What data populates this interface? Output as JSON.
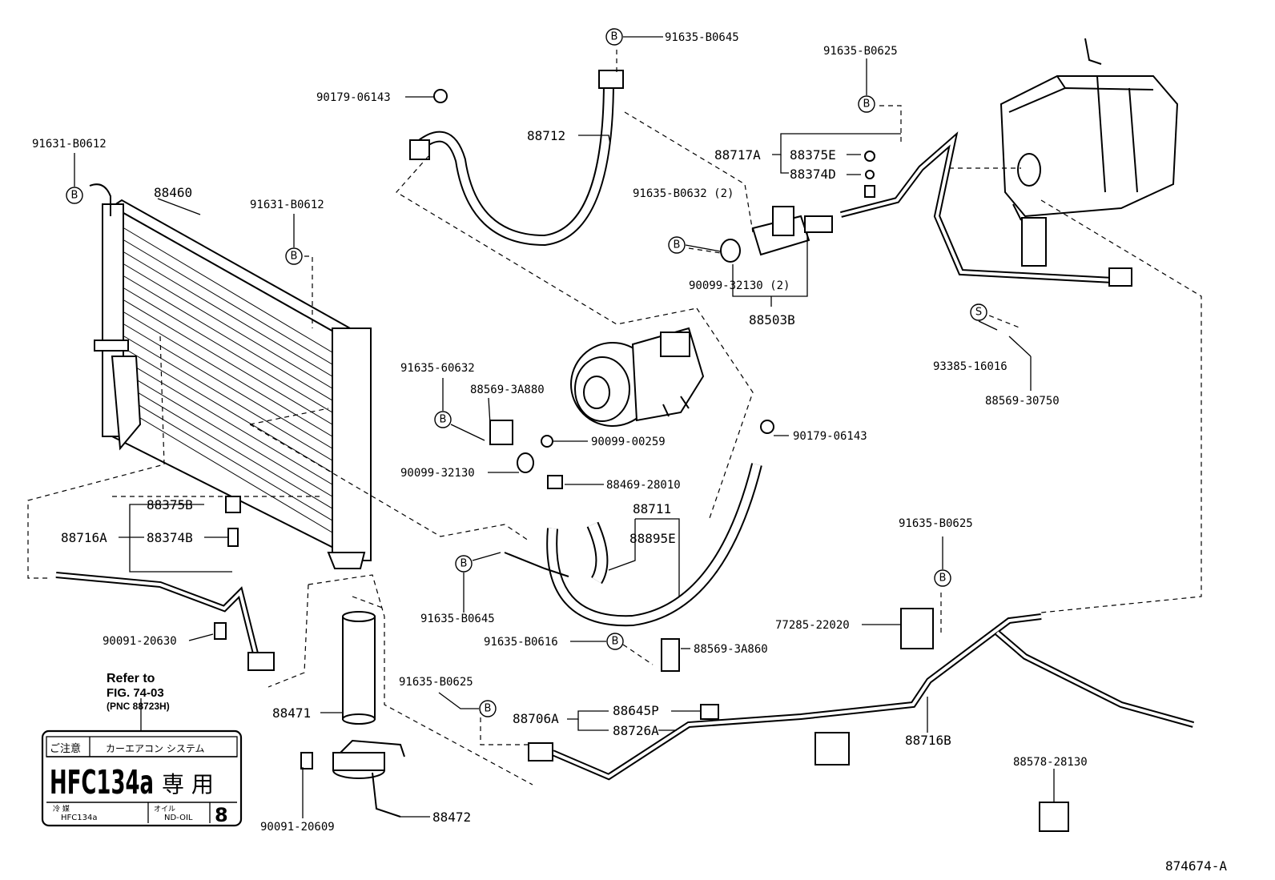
{
  "diagram_id": "874674-A",
  "bubbles": {
    "bracket_b": "B",
    "bracket_s": "S"
  },
  "labels": {
    "p91635_B0645_top": "91635-B0645",
    "p91635_B0625_top": "91635-B0625",
    "p90179_06143_top": "90179-06143",
    "p88712": "88712",
    "p91631_B0612_left": "91631-B0612",
    "p88460": "88460",
    "p91631_B0612_mid": "91631-B0612",
    "p88717A": "88717A",
    "p88375E": "88375E",
    "p88374D": "88374D",
    "p91635_B0632": "91635-B0632 (2)",
    "p90099_32130_2": "90099-32130 (2)",
    "p88503B": "88503B",
    "p93385_16016": "93385-16016",
    "p88569_30750": "88569-30750",
    "p91635_60632": "91635-60632",
    "p88569_3A880": "88569-3A880",
    "p90099_00259": "90099-00259",
    "p90099_32130": "90099-32130",
    "p88469_28010": "88469-28010",
    "p90179_06143_mid": "90179-06143",
    "p88711": "88711",
    "p88895E": "88895E",
    "p88375B": "88375B",
    "p88716A": "88716A",
    "p88374B": "88374B",
    "p91635_B0645_mid": "91635-B0645",
    "p91635_B0625_right": "91635-B0625",
    "p77285_22020": "77285-22020",
    "p90091_20630": "90091-20630",
    "p91635_B0616": "91635-B0616",
    "p88569_3A860": "88569-3A860",
    "p91635_B0625_low": "91635-B0625",
    "p88471": "88471",
    "p88706A": "88706A",
    "p88645P": "88645P",
    "p88726A": "88726A",
    "p88716B": "88716B",
    "p88578_28130": "88578-28130",
    "p90091_20609": "90091-20609",
    "p88472": "88472"
  },
  "reference": {
    "line1": "Refer to",
    "line2": "FIG. 74-03",
    "line3": "(PNC 88723H)"
  },
  "caution_label": {
    "header_left": "ご注意",
    "header_right": "カーエアコン システム",
    "main_text": "HFC134a",
    "main_suffix": "専 用",
    "refrigerant_caption": "冷 媒",
    "refrigerant_value": "HFC134a",
    "oil_caption": "オイル",
    "oil_value": "ND-OIL",
    "oil_number": "8"
  }
}
